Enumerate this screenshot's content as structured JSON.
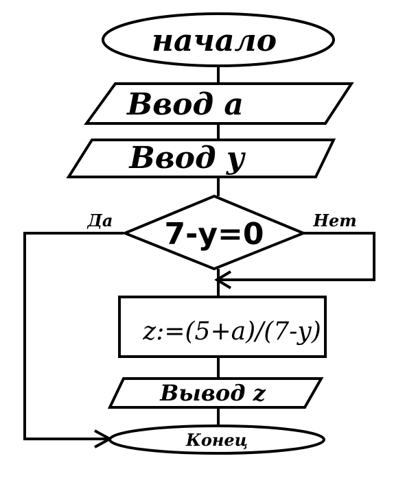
{
  "flowchart": {
    "start": {
      "label": "начало"
    },
    "input_a": {
      "label": "Ввод a"
    },
    "input_y": {
      "label": "Ввод y"
    },
    "decision": {
      "label": "7-y=0",
      "yes_label": "Да",
      "no_label": "Нет"
    },
    "process": {
      "label": "z:=(5+a)/(7-y)"
    },
    "output": {
      "label": "Вывод z"
    },
    "end": {
      "label": "Конец"
    }
  }
}
